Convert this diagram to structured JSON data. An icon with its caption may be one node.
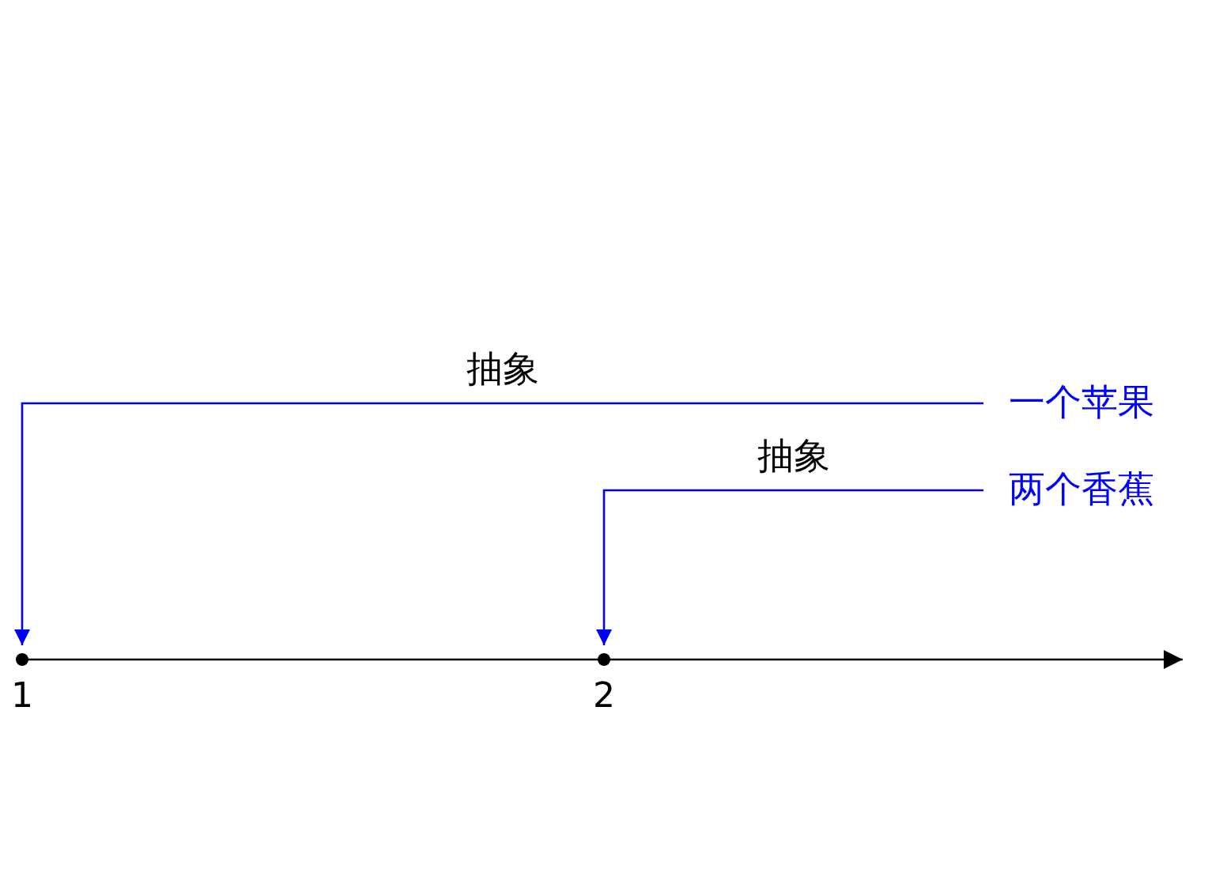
{
  "diagram": {
    "nodes": [
      {
        "text": [
          "一个苹果"
        ]
      },
      {
        "text": [
          "两个香蕉"
        ]
      },
      {
        "text": [
          "1"
        ]
      },
      {
        "text": [
          "2"
        ]
      }
    ],
    "edges": [
      {
        "from": 0,
        "to": 2,
        "arrow": "to",
        "label": "抽象"
      },
      {
        "from": 1,
        "to": 3,
        "arrow": "to",
        "label": "抽象"
      }
    ]
  }
}
